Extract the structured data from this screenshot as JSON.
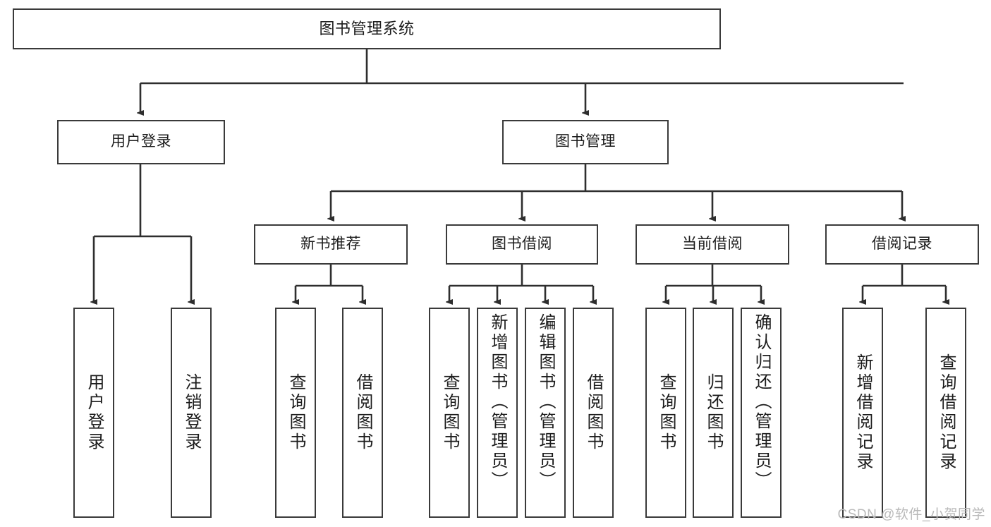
{
  "diagram": {
    "title": "图书管理系统",
    "type": "tree-hierarchy-chart",
    "watermark": "CSDN @软件_小贺同学",
    "colors": {
      "background": "#ffffff",
      "node_border": "#3a3a3a",
      "node_fill": "#ffffff",
      "connector": "#2e2e2e",
      "text": "#1c1c1c",
      "watermark": "#b9b9b9"
    },
    "root": {
      "label": "图书管理系统"
    },
    "level1": [
      {
        "label": "用户登录"
      },
      {
        "label": "图书管理"
      }
    ],
    "level2": [
      {
        "label": "新书推荐"
      },
      {
        "label": "图书借阅"
      },
      {
        "label": "当前借阅"
      },
      {
        "label": "借阅记录"
      }
    ],
    "leaves": {
      "user_login": [
        {
          "label": "用户登录"
        },
        {
          "label": "注销登录"
        }
      ],
      "new_book_recommend": [
        {
          "label": "查询图书"
        },
        {
          "label": "借阅图书"
        }
      ],
      "book_borrow": [
        {
          "label": "查询图书"
        },
        {
          "label": "新增图书（管理员）"
        },
        {
          "label": "编辑图书（管理员）"
        },
        {
          "label": "借阅图书"
        }
      ],
      "current_borrow": [
        {
          "label": "查询图书"
        },
        {
          "label": "归还图书"
        },
        {
          "label": "确认归还（管理员）"
        }
      ],
      "borrow_record": [
        {
          "label": "新增借阅记录"
        },
        {
          "label": "查询借阅记录"
        }
      ]
    }
  }
}
